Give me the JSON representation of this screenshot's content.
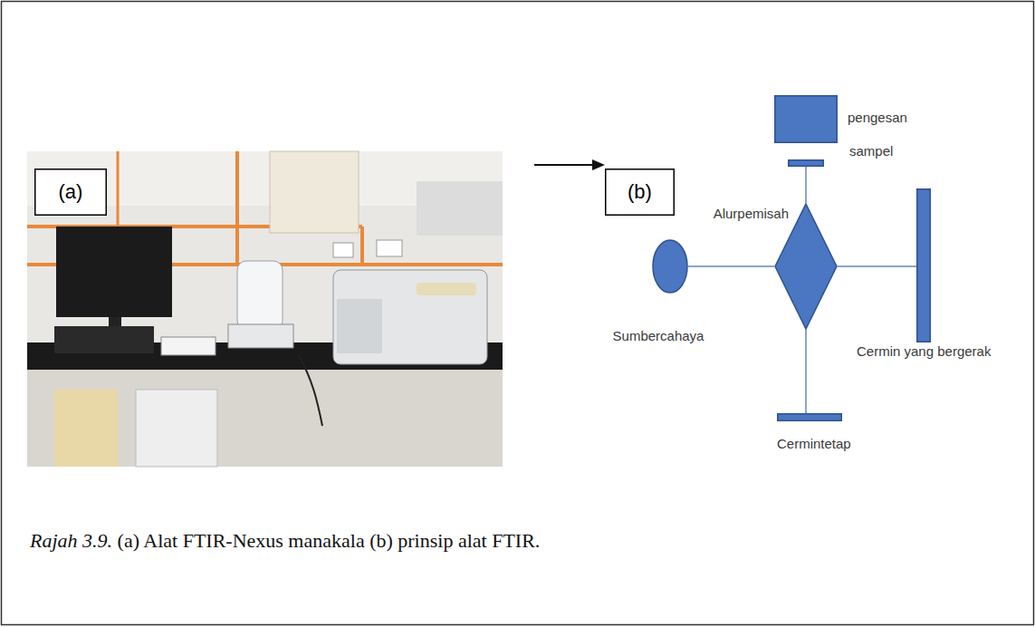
{
  "diagram": {
    "caption": "Rajah 3.9. (a) Alat FTIR-Nexus manakala (b) prinsip alat FTIR.",
    "nodes": [
      {
        "text": [
          "(a)"
        ]
      },
      {
        "text": [
          "(b)"
        ]
      },
      {
        "text": [
          "pengesan"
        ]
      },
      {
        "text": [
          "sampel"
        ]
      },
      {
        "text": [
          "Alurpemisah"
        ]
      },
      {
        "text": [
          "Sumbercahaya"
        ]
      },
      {
        "text": [
          "Cermin yang bergerak"
        ]
      },
      {
        "text": [
          "Cermintetap"
        ]
      }
    ],
    "edges": [
      {
        "from": 5,
        "to": 4,
        "arrow": "none"
      },
      {
        "from": 4,
        "to": 3,
        "arrow": "none"
      },
      {
        "from": 4,
        "to": 6,
        "arrow": "none"
      },
      {
        "from": 4,
        "to": 7,
        "arrow": "none"
      }
    ]
  }
}
